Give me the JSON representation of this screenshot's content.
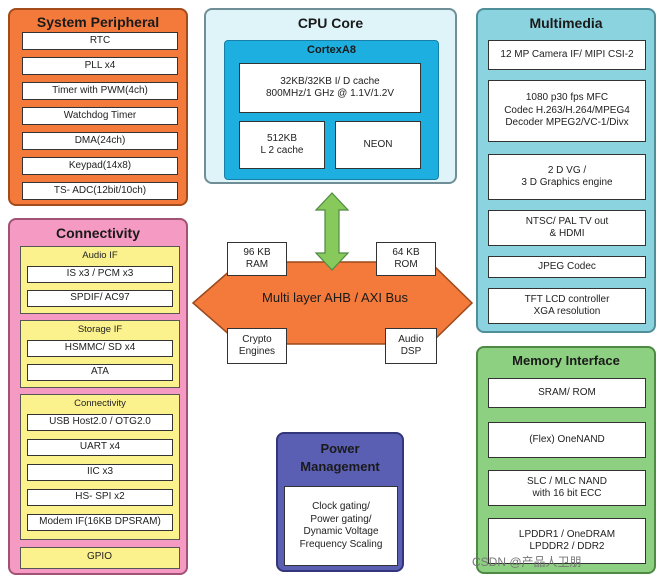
{
  "system_peripheral": {
    "title": "System Peripheral",
    "items": [
      "RTC",
      "PLL x4",
      "Timer with PWM(4ch)",
      "Watchdog Timer",
      "DMA(24ch)",
      "Keypad(14x8)",
      "TS- ADC(12bit/10ch)"
    ]
  },
  "connectivity": {
    "title": "Connectivity",
    "audio_if": {
      "title": "Audio IF",
      "items": [
        "IS x3 /  PCM x3",
        "SPDIF/ AC97"
      ]
    },
    "storage_if": {
      "title": "Storage IF",
      "items": [
        "HSMMC/ SD x4",
        "ATA"
      ]
    },
    "connectivity_group": {
      "title": "Connectivity",
      "items": [
        "USB Host2.0  /  OTG2.0",
        "UART x4",
        "IIC x3",
        "HS- SPI x2",
        "Modem IF(16KB DPSRAM)"
      ]
    },
    "gpio": "GPIO"
  },
  "cpu_core": {
    "title": "CPU Core",
    "cortex_title": "CortexA8",
    "cache": "32KB/32KB I/ D cache\n800MHz/1 GHz @ 1.1V/1.2V",
    "l2": "512KB\nL 2 cache",
    "neon": "NEON"
  },
  "multimedia": {
    "title": "Multimedia",
    "items": [
      "12  MP Camera IF/ MIPI CSI-2",
      "1080 p30 fps MFC\nCodec    H.263/H.264/MPEG4\nDecoder    MPEG2/VC-1/Divx",
      "2 D VG /\n3 D Graphics engine",
      "NTSC/  PAL TV out\n& HDMI",
      "JPEG Codec",
      "TFT LCD controller\nXGA resolution"
    ]
  },
  "memory_interface": {
    "title": "Memory Interface",
    "items": [
      "SRAM/ ROM",
      "(Flex) OneNAND",
      "SLC /  MLC NAND\nwith 16 bit ECC",
      "LPDDR1 / OneDRAM\nLPDDR2 / DDR2"
    ]
  },
  "bus": {
    "label": "Multi layer AHB / AXI Bus",
    "ram": "96 KB\nRAM",
    "rom": "64 KB\nROM",
    "crypto": "Crypto\nEngines",
    "audio_dsp": "Audio\nDSP"
  },
  "power": {
    "title": "Power\nManagement",
    "detail": "Clock gating/\nPower gating/\nDynamic Voltage\nFrequency Scaling"
  },
  "watermark": "CSDN @产品人卫朋",
  "colors": {
    "system_peripheral": "#f47a3c",
    "connectivity": "#f59ac2",
    "sub_group": "#fbf28e",
    "cpu_core": "#dff4f9",
    "cortex": "#1cafe0",
    "multimedia": "#8cd3e0",
    "memory_interface": "#8ed081",
    "power": "#5b5fb4",
    "bus": "#f47a3c",
    "connector_arrow": "#88c95c"
  }
}
